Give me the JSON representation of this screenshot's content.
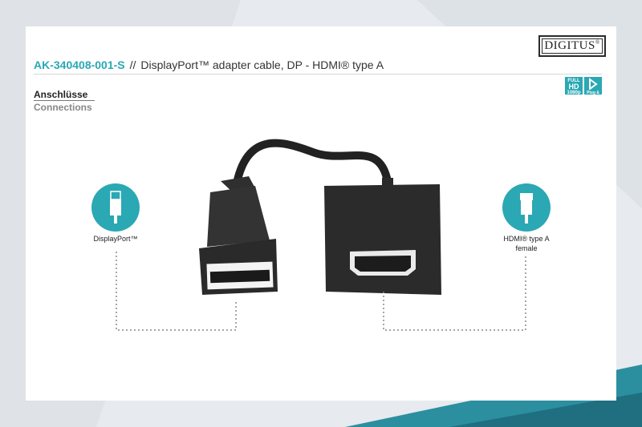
{
  "brand": {
    "logo_text": "DIGITUS",
    "registered": "®"
  },
  "header": {
    "sku": "AK-340408-001-S",
    "separator": "//",
    "description": "DisplayPort™ adapter cable, DP - HDMI® type A"
  },
  "badges": {
    "hd_top": "FULL",
    "hd_mid": "HD",
    "hd_bottom": "1080p",
    "plug_label": "Plug & Play"
  },
  "section": {
    "title_de": "Anschlüsse",
    "title_en": "Connections"
  },
  "connectors": {
    "left_label": "DisplayPort™",
    "right_label_line1": "HDMI® type A",
    "right_label_line2": "female"
  },
  "colors": {
    "accent": "#2aa8b4",
    "card": "#ffffff",
    "product": "#2a2a2a"
  }
}
